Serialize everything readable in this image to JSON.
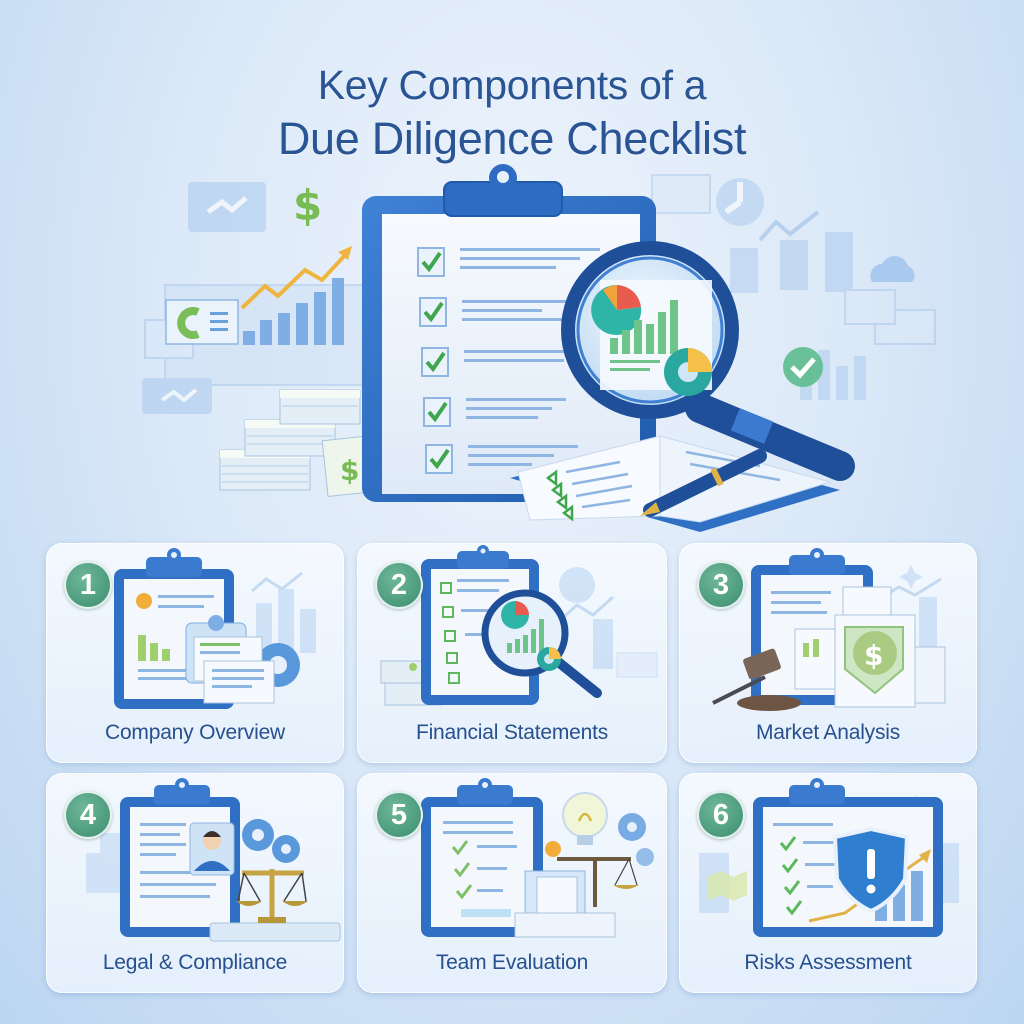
{
  "title": {
    "line1": "Key Components of a",
    "line2": "Due Diligence Checklist"
  },
  "colors": {
    "title": "#2a5594",
    "label": "#27508f",
    "badge": "#4b9a7c",
    "clipboard_blue": "#2f6fc4",
    "check_green": "#3fa64e",
    "background": "#dce9f8"
  },
  "hero": {
    "icons": [
      "clipboard-checklist-icon",
      "magnifying-glass-icon",
      "open-notebook-icon",
      "pen-icon",
      "money-stack-icon",
      "dollar-sign-icon",
      "growth-chart-icon",
      "check-circle-icon",
      "cloud-icon",
      "pie-chart-icon",
      "bar-chart-icon"
    ],
    "checklist_items": 5
  },
  "components": [
    {
      "number": "1",
      "label": "Company Overview",
      "icon": "clipboard-documents-gear-icon"
    },
    {
      "number": "2",
      "label": "Financial Statements",
      "icon": "clipboard-magnifier-charts-icon"
    },
    {
      "number": "3",
      "label": "Market Analysis",
      "icon": "clipboard-gavel-dollar-icon"
    },
    {
      "number": "4",
      "label": "Legal & Compliance",
      "icon": "clipboard-profile-scales-icon"
    },
    {
      "number": "5",
      "label": "Team Evaluation",
      "icon": "clipboard-lightbulb-scales-icon"
    },
    {
      "number": "6",
      "label": "Risks Assessment",
      "icon": "clipboard-shield-warning-icon"
    }
  ]
}
